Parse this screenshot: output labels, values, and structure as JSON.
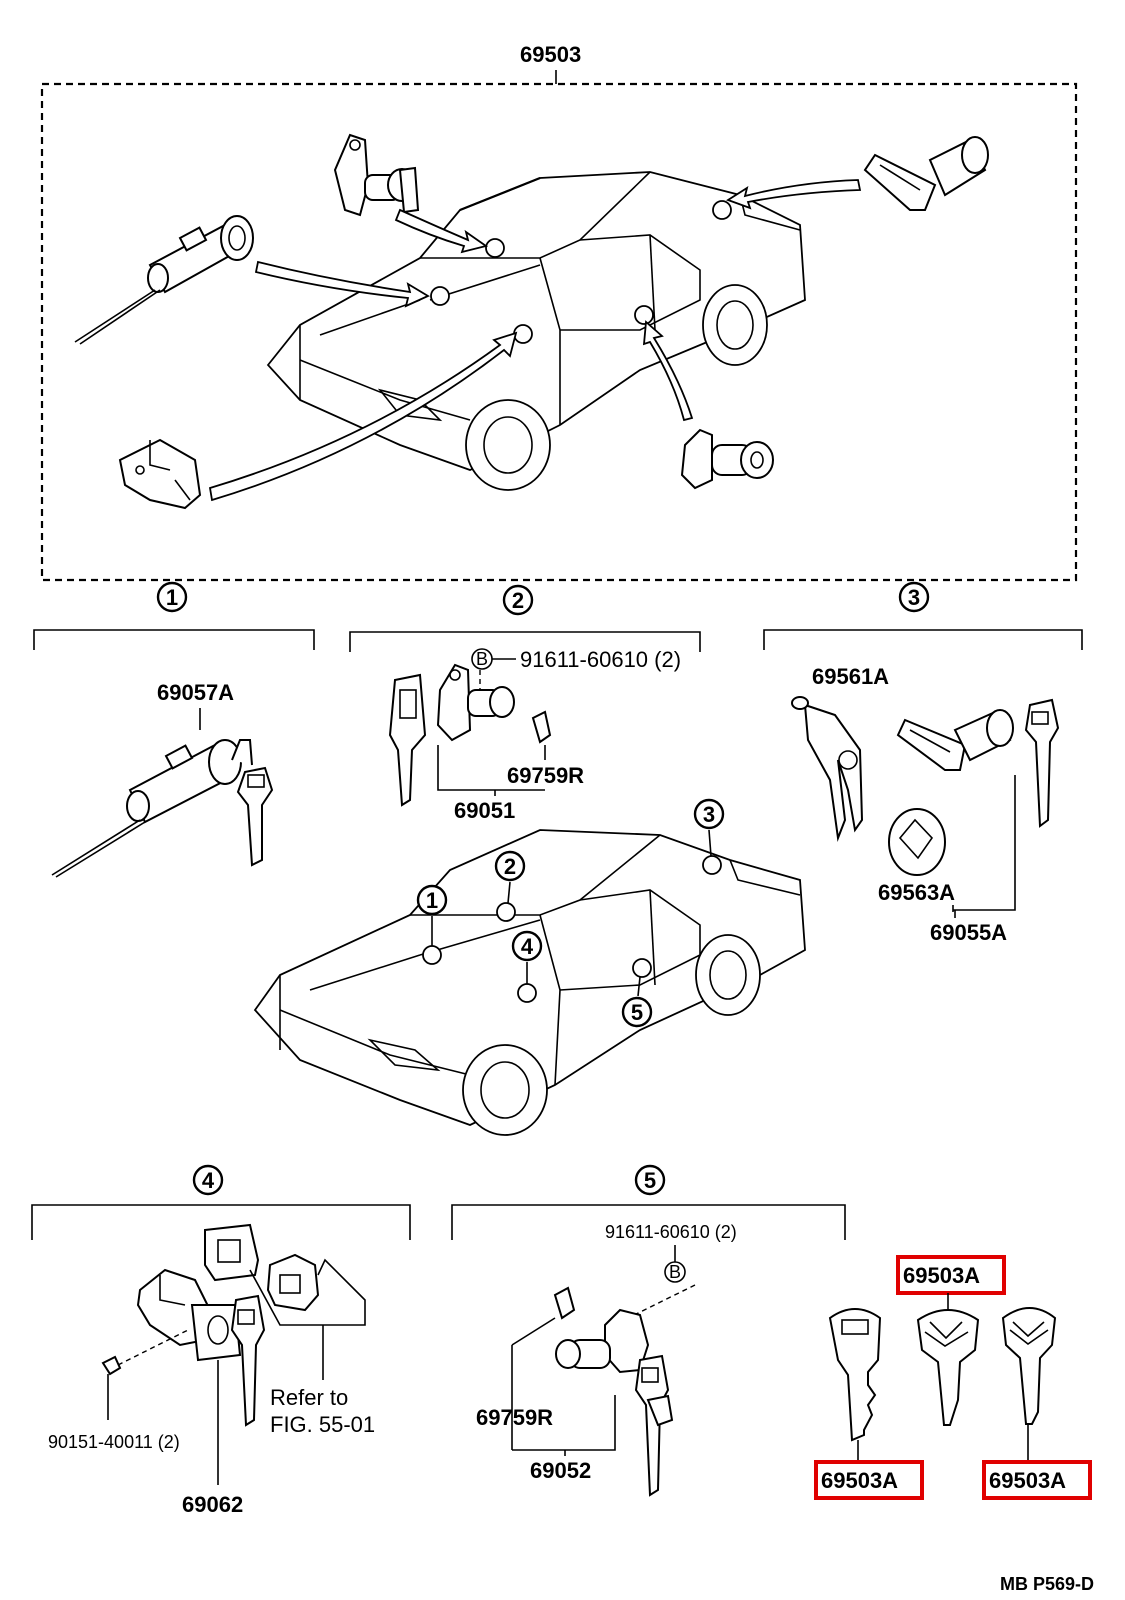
{
  "diagram": {
    "top_assembly": "69503",
    "sections": [
      {
        "number": "1",
        "parts": [
          "69057A"
        ]
      },
      {
        "number": "2",
        "parts": [
          "91611-60610 (2)",
          "69759R",
          "69051"
        ],
        "bolt_mark": "B"
      },
      {
        "number": "3",
        "parts": [
          "69561A",
          "69563A",
          "69055A"
        ]
      },
      {
        "number": "4",
        "parts": [
          "90151-40011 (2)",
          "69062"
        ],
        "refer_line1": "Refer to",
        "refer_line2": "FIG. 55-01"
      },
      {
        "number": "5",
        "parts": [
          "91611-60610 (2)",
          "69759R",
          "69052"
        ],
        "bolt_mark": "B"
      }
    ],
    "car_markers": [
      "1",
      "2",
      "3",
      "4",
      "5"
    ],
    "keys": {
      "top_label": "69503A",
      "left_label": "69503A",
      "right_label": "69503A",
      "highlight_color": "#e00000"
    },
    "figure_code": "MB P569-D"
  }
}
